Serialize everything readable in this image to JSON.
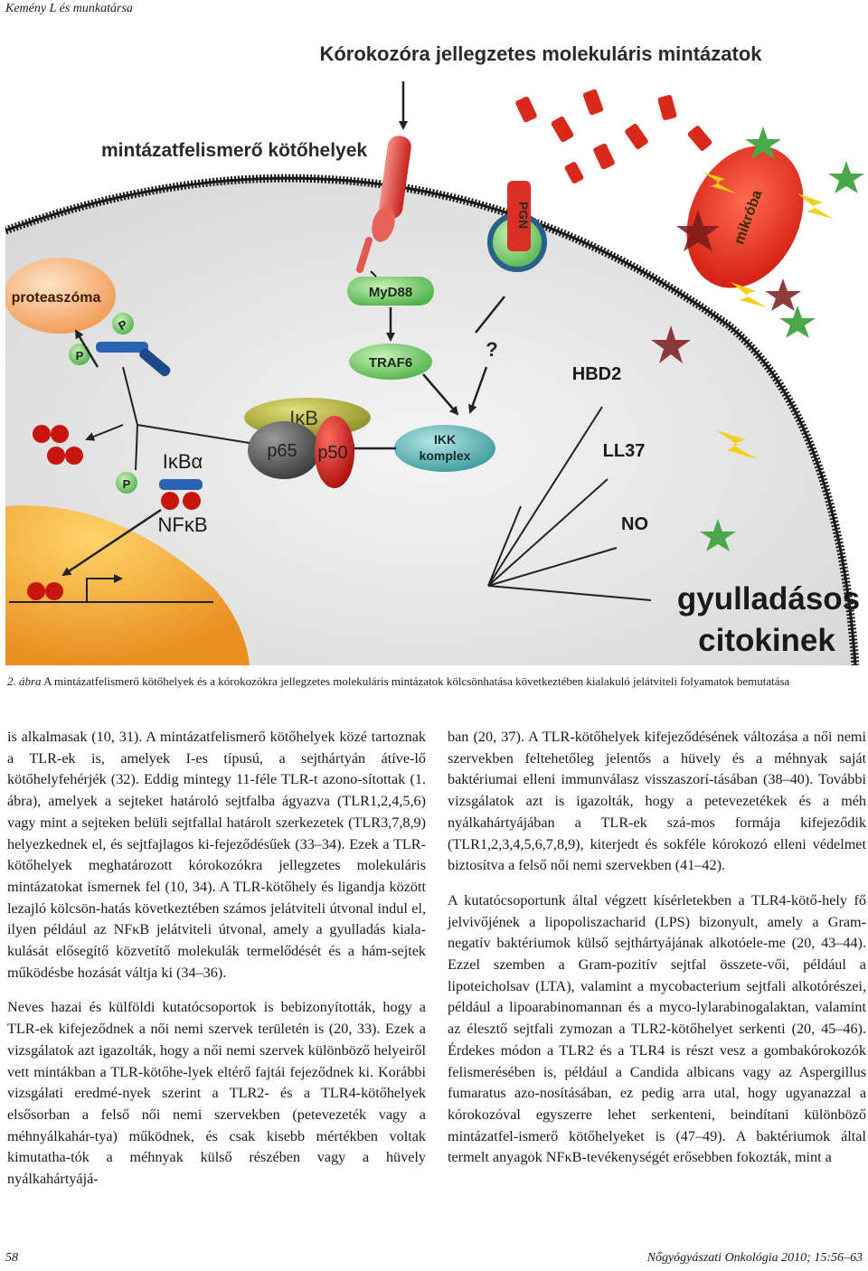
{
  "header": {
    "running_head": "Kemény L és munkatársa"
  },
  "figure": {
    "title": "Kórokozóra jellegzetes molekuláris mintázatok",
    "receptor_label": "mintázatfelismerő kötőhelyek",
    "proteasome": "proteaszóma",
    "myd88": "MyD88",
    "traf6": "TRAF6",
    "ikb_top": "IκB",
    "p65": "p65",
    "p50": "p50",
    "ikk": "IKK komplex",
    "ikba": "IκBα",
    "nfkb": "NFκB",
    "phospho": "P",
    "pgn": "PGN",
    "microbe": "mikróba",
    "question": "?",
    "hbd2": "HBD2",
    "ll37": "LL37",
    "no": "NO",
    "cytokines_1": "gyulladásos",
    "cytokines_2": "citokinek",
    "colors": {
      "title": "#2a2a2a",
      "cell": "#e6e6e6",
      "nucleus": "#f0a93a",
      "receptor": "#d9403a",
      "microbe": "#e32b1f",
      "green": "#5ec45a",
      "blue": "#2a63b2"
    }
  },
  "caption": {
    "label": "2. ábra",
    "text": "A mintázatfelismerő kötőhelyek és a kórokozókra jellegzetes molekuláris mintázatok kölcsönhatása következtében kialakuló jelátviteli folyamatok bemutatása"
  },
  "body": {
    "left_p1": "is alkalmasak (10, 31). A mintázatfelismerő kötőhelyek közé tartoznak a TLR-ek is, amelyek I-es típusú, a sejthártyán átíve-lő kötőhelyfehérjék (32). Eddig mintegy 11-féle TLR-t azono-sítottak (1. ábra), amelyek a sejteket határoló sejtfalba ágyazva (TLR1,2,4,5,6) vagy mint a sejteken belüli sejtfallal határolt szerkezetek (TLR3,7,8,9) helyezkednek el, és sejtfajlagos ki-fejeződésűek (33–34). Ezek a TLR-kötőhelyek meghatározott kórokozókra jellegzetes molekuláris mintázatokat ismernek fel (10, 34). A TLR-kötőhely és ligandja között lezajló kölcsön-hatás következtében számos jelátviteli útvonal indul el, ilyen például az NFκB jelátviteli útvonal, amely a gyulladás kiala-kulását elősegítő közvetítő molekulák termelődését és a hám-sejtek működésbe hozását váltja ki (34–36).",
    "left_p2": "Neves hazai és külföldi kutatócsoportok is bebizonyították, hogy a TLR-ek kifejeződnek a női nemi szervek területén is (20, 33). Ezek a vizsgálatok azt igazolták, hogy a női nemi szervek különböző helyeiről vett mintákban a TLR-kötőhe-lyek eltérő fajtái fejeződnek ki. Korábbi vizsgálati eredmé-nyek szerint a TLR2- és a TLR4-kötőhelyek elsősorban a felső női nemi szervekben (petevezeték vagy a méhnyálkahár-tya) működnek, és csak kisebb mértékben voltak kimutatha-tók a méhnyak külső részében vagy a hüvely nyálkahártyájá-",
    "right_p1": "ban (20, 37). A TLR-kötőhelyek kifejeződésének változása a női nemi szervekben feltehetőleg jelentős a hüvely és a méhnyak saját baktériumai elleni immunválasz visszaszorí-tásában (38–40). További vizsgálatok azt is igazolták, hogy a petevezetékek és a méh nyálkahártyájában a TLR-ek szá-mos formája kifejeződik (TLR1,2,3,4,5,6,7,8,9), kiterjedt és sokféle kórokozó elleni védelmet biztosítva a felső női nemi szervekben (41–42).",
    "right_p2": "A kutatócsoportunk által végzett kísérletekben a TLR4-kötő-hely fő jelvivőjének a lipopoliszacharid (LPS) bizonyult, amely a Gram-negatív baktériumok külső sejthártyájának alkotóele-me (20, 43–44). Ezzel szemben a Gram-pozitív sejtfal összete-vői, például a lipoteicholsav (LTA), valamint a mycobacterium sejtfali alkotórészei, például a lipoarabinomannan és a myco-lylarabinogalaktan, valamint az élesztő sejtfali zymozan a TLR2-kötőhelyet serkenti (20, 45–46). Érdekes módon a TLR2 és a TLR4 is részt vesz a gombakórokozók felismerésében is, például a Candida albicans vagy az Aspergillus fumaratus azo-nosításában, ez pedig arra utal, hogy ugyanazzal a kórokozóval egyszerre lehet serkenteni, beindítani különböző mintázatfel-ismerő kötőhelyeket is (47–49). A baktériumok által termelt anyagok NFκB-tevékenységét erősebben fokozták, mint a"
  },
  "footer": {
    "page_number": "58",
    "journal": "Nőgyógyászati Onkológia 2010; 15:56–63"
  }
}
